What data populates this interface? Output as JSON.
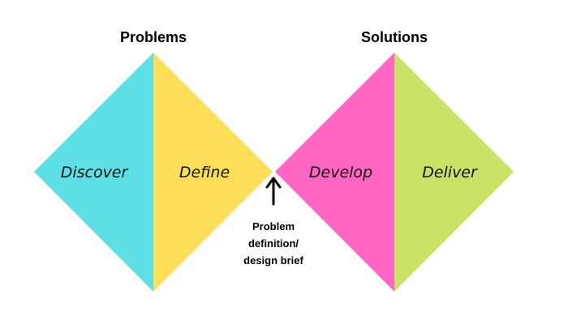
{
  "headings": {
    "problems": "Problems",
    "solutions": "Solutions"
  },
  "phases": {
    "discover": {
      "label": "Discover",
      "color": "#5ce0e6"
    },
    "define": {
      "label": "Define",
      "color": "#ffde59"
    },
    "develop": {
      "label": "Develop",
      "color": "#ff66c4"
    },
    "deliver": {
      "label": "Deliver",
      "color": "#c9e265"
    }
  },
  "annotation": {
    "line1": "Problem",
    "line2": "definition/",
    "line3": "design brief"
  }
}
